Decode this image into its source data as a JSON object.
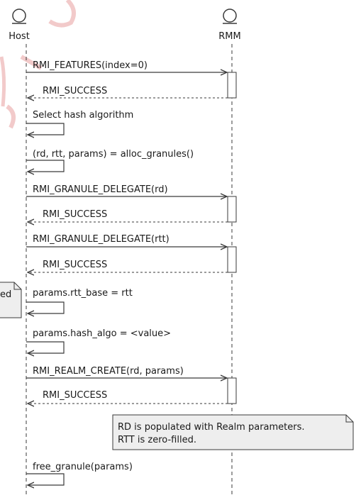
{
  "participants": {
    "host": "Host",
    "rmm": "RMM"
  },
  "messages": [
    {
      "text": "RMI_FEATURES(index=0)",
      "kind": "call"
    },
    {
      "text": "RMI_SUCCESS",
      "kind": "return"
    },
    {
      "text": "Select hash algorithm",
      "kind": "self"
    },
    {
      "text": "(rd, rtt, params) = alloc_granules()",
      "kind": "self"
    },
    {
      "text": "RMI_GRANULE_DELEGATE(rd)",
      "kind": "call"
    },
    {
      "text": "RMI_SUCCESS",
      "kind": "return"
    },
    {
      "text": "RMI_GRANULE_DELEGATE(rtt)",
      "kind": "call"
    },
    {
      "text": "RMI_SUCCESS",
      "kind": "return"
    },
    {
      "text": "params.rtt_base = rtt",
      "kind": "self"
    },
    {
      "text": "params.hash_algo = <value>",
      "kind": "self"
    },
    {
      "text": "RMI_REALM_CREATE(rd, params)",
      "kind": "call"
    },
    {
      "text": "RMI_SUCCESS",
      "kind": "return"
    },
    {
      "text": "free_granule(params)",
      "kind": "self"
    }
  ],
  "notes": {
    "left_note": "ed",
    "right_note_line1": "RD is populated with Realm parameters.",
    "right_note_line2": "RTT is zero-filled."
  },
  "colors": {
    "line": "#3a3a3a",
    "note_fill": "#eeeeee",
    "watermark": "#e8a0a0"
  }
}
